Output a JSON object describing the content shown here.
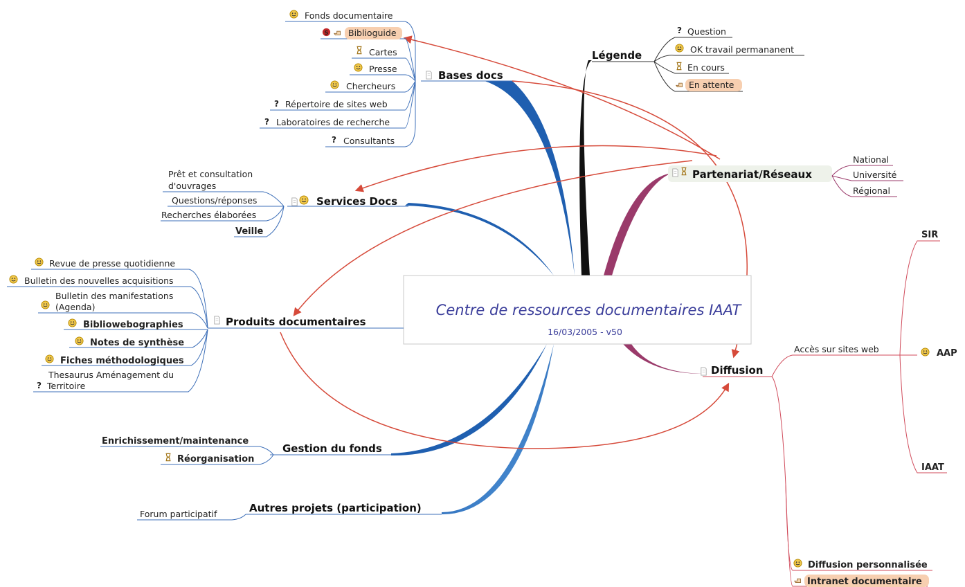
{
  "center": {
    "title": "Centre de ressources documentaires IAAT",
    "subtitle": "16/03/2005 - v50"
  },
  "legende": {
    "title": "Légende",
    "items": {
      "question": "Question",
      "ok": "OK travail permananent",
      "encours": "En cours",
      "attente": "En attente"
    }
  },
  "bases": {
    "title": "Bases docs",
    "items": {
      "fonds": "Fonds documentaire",
      "biblio": "Biblioguide",
      "cartes": "Cartes",
      "presse": "Presse",
      "chercheurs": "Chercheurs",
      "repertoire": "Répertoire de sites web",
      "labos": "Laboratoires de recherche",
      "consultants": "Consultants"
    }
  },
  "services": {
    "title": "Services Docs",
    "items": {
      "pret1": "Prêt et consultation",
      "pret2": "d'ouvrages",
      "questions": "Questions/réponses",
      "recherches": "Recherches élaborées",
      "veille": "Veille"
    }
  },
  "produits": {
    "title": "Produits documentaires",
    "items": {
      "revue": "Revue de presse quotidienne",
      "bulletin_acq": "Bulletin des nouvelles acquisitions",
      "bulletin_manif1": "Bulletin des manifestations",
      "bulletin_manif2": "(Agenda)",
      "bibliowebo": "Bibliowebographies",
      "notes": "Notes de synthèse",
      "fiches": "Fiches méthodologiques",
      "thesaurus1": "Thesaurus Aménagement du",
      "thesaurus2": "Territoire"
    }
  },
  "gestion": {
    "title": "Gestion du fonds",
    "items": {
      "enrichissement": "Enrichissement/maintenance",
      "reorg": "Réorganisation"
    }
  },
  "autres": {
    "title": "Autres projets (participation)",
    "items": {
      "forum": "Forum participatif"
    }
  },
  "partenariat": {
    "title": "Partenariat/Réseaux",
    "items": {
      "national": "National",
      "universite": "Université",
      "regional": "Régional"
    }
  },
  "diffusion": {
    "title": "Diffusion",
    "items": {
      "acces": "Accès sur sites web",
      "sir": "SIR",
      "aap": "AAP",
      "iaat": "IAAT",
      "diffusion_perso": "Diffusion personnalisée",
      "intranet": "Intranet documentaire"
    }
  },
  "colors": {
    "blue": "#1f5fb0",
    "red": "#d64a3a",
    "black": "#111111",
    "magenta": "#9a3a6a",
    "highlight": "#f7cfb0",
    "center_text": "#3a3d9a"
  },
  "icons": [
    "smiley-icon",
    "hourglass-icon",
    "question-icon",
    "hand-icon",
    "stop-icon",
    "note-icon"
  ]
}
